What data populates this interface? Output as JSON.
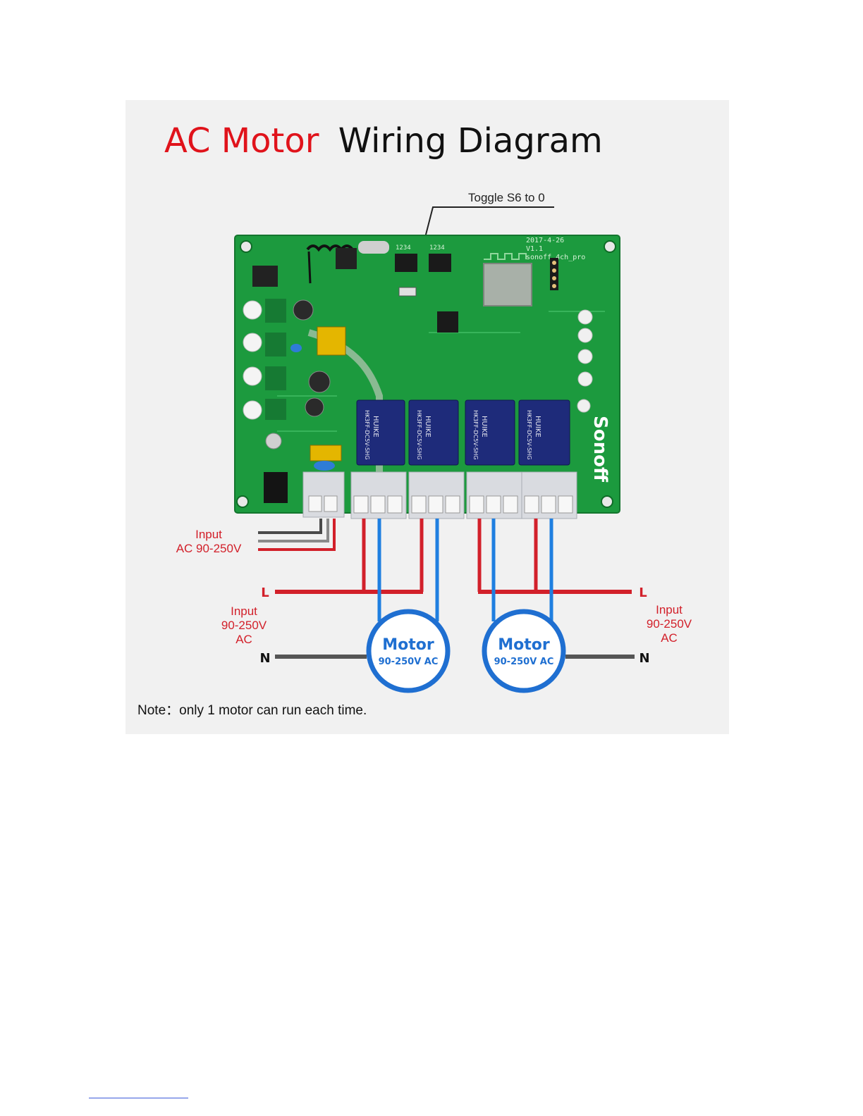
{
  "title": {
    "part1": "AC Motor",
    "part2": "Wiring Diagram"
  },
  "callout": "Toggle S6 to 0",
  "board": {
    "silkscreen_line1": "2017-4-26",
    "silkscreen_line2": "V1.1",
    "silkscreen_line3": "sonoff_4ch_pro",
    "dip_label": "1234",
    "brand": "Sonoff",
    "relay_brand": "HUIKE",
    "relay_model": "HK3FF-DC5V-SHG"
  },
  "labels": {
    "input_top_line1": "Input",
    "input_top_line2": "AC 90-250V",
    "left_input": [
      "Input",
      "90-250V",
      "AC"
    ],
    "right_input": [
      "Input",
      "90-250V",
      "AC"
    ],
    "L": "L",
    "N": "N"
  },
  "motors": [
    {
      "name": "Motor",
      "rating": "90-250V AC"
    },
    {
      "name": "Motor",
      "rating": "90-250V AC"
    }
  ],
  "note": "Note：only 1 motor can run each time.",
  "colors": {
    "title_red": "#e0131b",
    "live_wire": "#d2202a",
    "neutral_wire": "#555555",
    "motor_wire": "#1f7fe0",
    "motor_circle": "#1f6fd1",
    "pcb_green": "#1c9a3e"
  }
}
